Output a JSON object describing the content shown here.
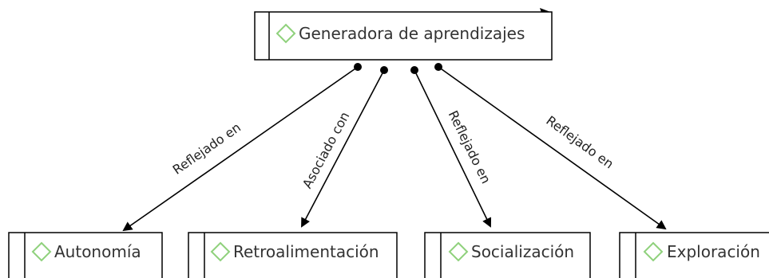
{
  "colors": {
    "node_border": "#000000",
    "node_fill": "#ffffff",
    "diamond_icon": "#8fd17c",
    "text": "#333333",
    "edge": "#000000"
  },
  "nodes": {
    "root": {
      "label": "Generadora de aprendizajes",
      "icon": "diamond-icon"
    },
    "autonomia": {
      "label": "Autonomía",
      "icon": "diamond-icon"
    },
    "retroalimentacion": {
      "label": "Retroalimentación",
      "icon": "diamond-icon"
    },
    "socializacion": {
      "label": "Socialización",
      "icon": "diamond-icon"
    },
    "exploracion": {
      "label": "Exploración",
      "icon": "diamond-icon"
    }
  },
  "edges": {
    "to_autonomia": {
      "label": "Reflejado en"
    },
    "to_retroalimentacion": {
      "label": "Asociado con"
    },
    "to_socializacion": {
      "label": "Reflejado en"
    },
    "to_exploracion": {
      "label": "Reflejado en"
    }
  }
}
